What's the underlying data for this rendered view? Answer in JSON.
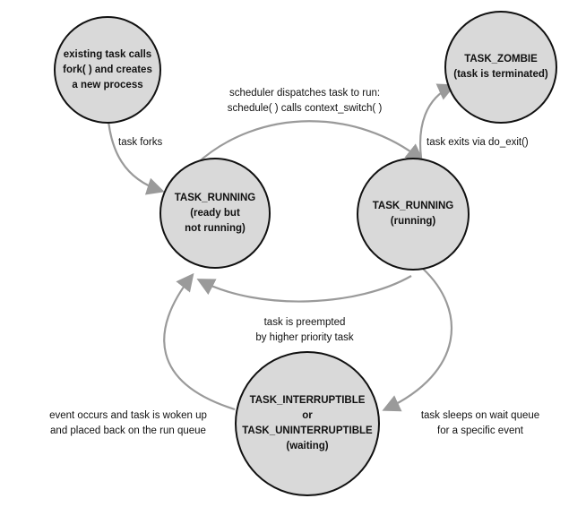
{
  "nodes": {
    "fork": {
      "lines": [
        "existing task calls",
        "fork( ) and creates",
        "a new process"
      ]
    },
    "zombie": {
      "lines": [
        "TASK_ZOMBIE",
        "(task is terminated)"
      ]
    },
    "ready": {
      "lines": [
        "TASK_RUNNING",
        "(ready but",
        "not running)"
      ]
    },
    "running": {
      "lines": [
        "TASK_RUNNING",
        "(running)"
      ]
    },
    "waiting": {
      "lines": [
        "TASK_INTERRUPTIBLE",
        "or",
        "TASK_UNINTERRUPTIBLE",
        "(waiting)"
      ]
    }
  },
  "edges": {
    "task_forks": {
      "lines": [
        "task forks"
      ]
    },
    "dispatch": {
      "lines": [
        "scheduler dispatches task to run:",
        "schedule( ) calls context_switch( )"
      ]
    },
    "exits": {
      "lines": [
        "task exits via do_exit()"
      ]
    },
    "preempted": {
      "lines": [
        "task is preempted",
        "by  higher priority task"
      ]
    },
    "woken": {
      "lines": [
        "event occurs and task is woken up",
        "and placed back on the run queue"
      ]
    },
    "sleeps": {
      "lines": [
        "task sleeps on wait queue",
        "for a specific event"
      ]
    }
  },
  "colors": {
    "node_fill": "#d9d9d9",
    "node_border": "#111111",
    "arrow": "#9a9a9a",
    "text": "#111111"
  }
}
